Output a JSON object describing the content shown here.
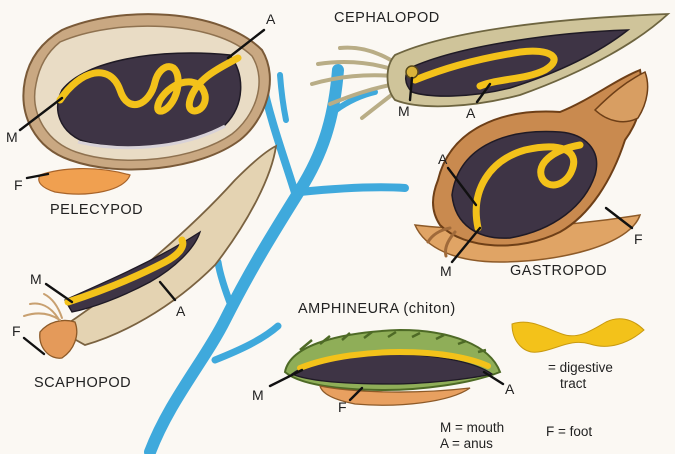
{
  "groups": {
    "pelecypod": "PELECYPOD",
    "cephalopod": "CEPHALOPOD",
    "gastropod": "GASTROPOD",
    "scaphopod": "SCAPHOPOD",
    "amphineura": "AMPHINEURA (chiton)"
  },
  "labels": {
    "mouth": "M",
    "anus": "A",
    "foot": "F"
  },
  "legend": {
    "digestive_line1": "= digestive",
    "digestive_line2": "tract",
    "mouth_key": "M = mouth",
    "anus_key": "A = anus",
    "foot_key": "F = foot"
  },
  "colors": {
    "tree": "#3fa9dc",
    "digestive": "#f3c21a",
    "body": "#3e3445",
    "shell": "#c9a16a",
    "foot": "#f0a050"
  }
}
